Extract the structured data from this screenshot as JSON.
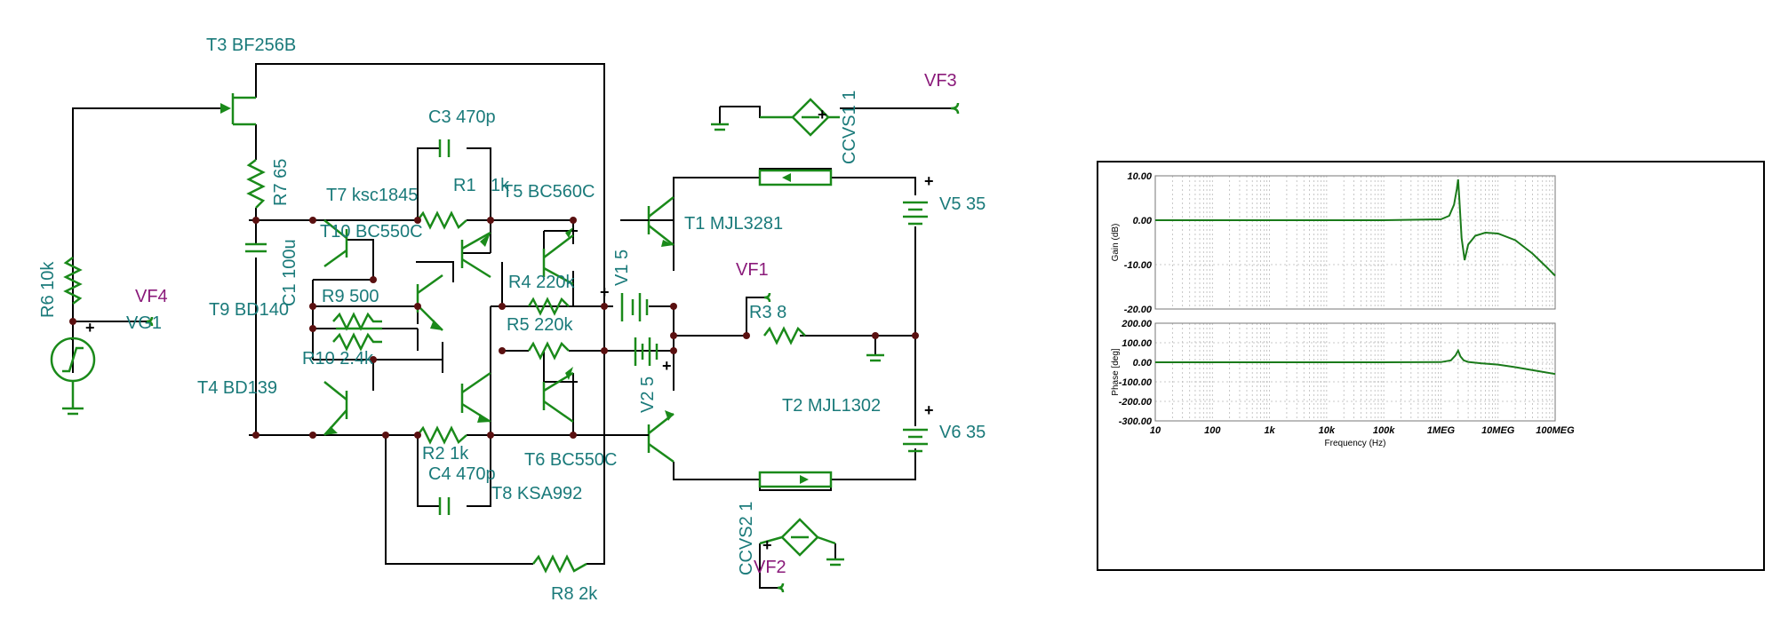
{
  "schematic": {
    "labels": {
      "t3": "T3 BF256B",
      "c3": "C3 470p",
      "r7": "R7 65",
      "r1": "R1",
      "r1_val": "1k",
      "t7": "T7 ksc1845",
      "t5": "T5 BC560C",
      "t1": "T1 MJL3281",
      "t10": "T10 BC550C",
      "c1": "C1 100u",
      "r4": "R4 220k",
      "v1": "V1 5",
      "r6": "R6 10k",
      "vf4": "VF4",
      "vg1": "VG1",
      "t9": "T9 BD140",
      "r9": "R9 500",
      "r5": "R5 220k",
      "vf1": "VF1",
      "r3": "R3 8",
      "r10": "R10 2.4k",
      "v2": "V2 5",
      "t4": "T4 BD139",
      "t2": "T2 MJL1302",
      "r2": "R2 1k",
      "c4": "C4 470p",
      "t8": "T8 KSA992",
      "t6": "T6 BC550C",
      "r8": "R8 2k",
      "vf3": "VF3",
      "ccvs1": "CCVS1 1",
      "v5": "V5 35",
      "v6": "V6 35",
      "ccvs2": "CCVS2 1",
      "vf2": "VF2"
    }
  },
  "chart_data": [
    {
      "type": "line",
      "title": "",
      "xlabel": "Frequency (Hz)",
      "ylabel": "Gain (dB)",
      "xscale": "log",
      "xlim": [
        10,
        100000000
      ],
      "ylim": [
        -20,
        10
      ],
      "x_tick_labels": [
        "10",
        "100",
        "1k",
        "10k",
        "100k",
        "1MEG",
        "10MEG",
        "100MEG"
      ],
      "y_tick_labels": [
        "10.00",
        "0.00",
        "-10.00",
        "-20.00"
      ],
      "grid": true,
      "series": [
        {
          "x": [
            10,
            100,
            1000,
            10000,
            100000,
            1000000,
            1400000,
            1700000,
            1900000,
            2000000,
            2100000,
            2300000,
            2600000,
            3000000,
            4000000,
            6000000,
            10000000,
            20000000,
            40000000,
            70000000,
            100000000
          ],
          "values": [
            0,
            0,
            0,
            0,
            0,
            0.2,
            1.0,
            3.5,
            7.0,
            9.2,
            5.0,
            -4.0,
            -9.0,
            -5.5,
            -3.5,
            -2.8,
            -3.0,
            -4.5,
            -7.5,
            -10.5,
            -12.5
          ]
        }
      ]
    },
    {
      "type": "line",
      "title": "",
      "xlabel": "Frequency (Hz)",
      "ylabel": "Phase [deg]",
      "xscale": "log",
      "xlim": [
        10,
        100000000
      ],
      "ylim": [
        -300,
        200
      ],
      "x_tick_labels": [
        "10",
        "100",
        "1k",
        "10k",
        "100k",
        "1MEG",
        "10MEG",
        "100MEG"
      ],
      "y_tick_labels": [
        "200.00",
        "100.00",
        "0.00",
        "-100.00",
        "-200.00",
        "-300.00"
      ],
      "grid": true,
      "series": [
        {
          "x": [
            10,
            100,
            1000,
            10000,
            100000,
            1000000,
            1500000,
            1800000,
            2000000,
            2200000,
            2500000,
            3000000,
            5000000,
            10000000,
            20000000,
            50000000,
            100000000
          ],
          "values": [
            0,
            0,
            0,
            0,
            0,
            1,
            10,
            35,
            60,
            30,
            10,
            2,
            -5,
            -12,
            -25,
            -45,
            -60
          ]
        }
      ]
    }
  ]
}
